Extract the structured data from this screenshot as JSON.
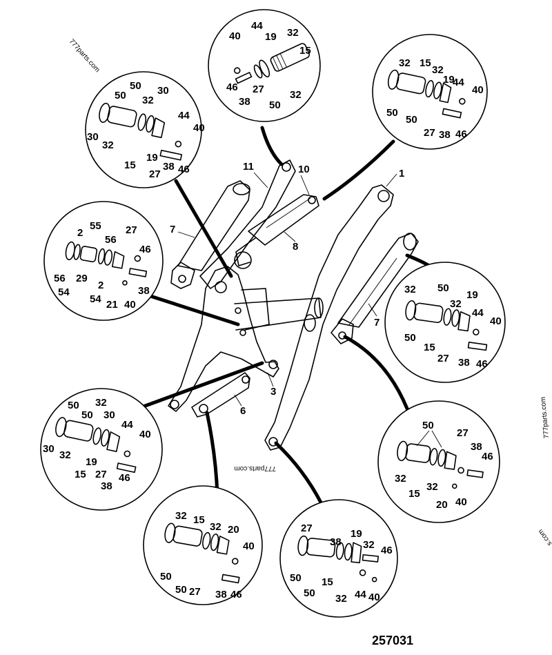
{
  "reference_number": "257031",
  "watermarks": [
    "777parts.com",
    "777parts.com",
    "777parts.com",
    "s.com"
  ],
  "main_labels": [
    "1",
    "10",
    "11",
    "7",
    "8",
    "7",
    "3",
    "6"
  ],
  "callouts": [
    {
      "id": "top-center",
      "labels": [
        "40",
        "44",
        "19",
        "32",
        "15",
        "46",
        "27",
        "38",
        "50",
        "32"
      ]
    },
    {
      "id": "top-right",
      "labels": [
        "32",
        "15",
        "32",
        "19",
        "44",
        "40",
        "50",
        "50",
        "27",
        "38",
        "46"
      ]
    },
    {
      "id": "upper-left",
      "labels": [
        "50",
        "50",
        "32",
        "30",
        "44",
        "40",
        "30",
        "32",
        "15",
        "19",
        "27",
        "38",
        "46"
      ]
    },
    {
      "id": "middle-left",
      "labels": [
        "2",
        "55",
        "56",
        "27",
        "46",
        "56",
        "29",
        "2",
        "54",
        "54",
        "21",
        "40",
        "38"
      ]
    },
    {
      "id": "middle-right",
      "labels": [
        "32",
        "50",
        "19",
        "32",
        "44",
        "40",
        "50",
        "15",
        "27",
        "38",
        "46"
      ]
    },
    {
      "id": "lower-left",
      "labels": [
        "50",
        "32",
        "50",
        "30",
        "44",
        "40",
        "30",
        "32",
        "15",
        "19",
        "27",
        "46",
        "38"
      ]
    },
    {
      "id": "lower-right",
      "labels": [
        "50",
        "27",
        "38",
        "46",
        "32",
        "15",
        "32",
        "20",
        "40"
      ]
    },
    {
      "id": "bottom-left",
      "labels": [
        "32",
        "15",
        "32",
        "20",
        "40",
        "50",
        "50",
        "27",
        "38",
        "46"
      ]
    },
    {
      "id": "bottom-right",
      "labels": [
        "27",
        "19",
        "38",
        "32",
        "46",
        "50",
        "15",
        "50",
        "44",
        "40",
        "32"
      ]
    }
  ]
}
